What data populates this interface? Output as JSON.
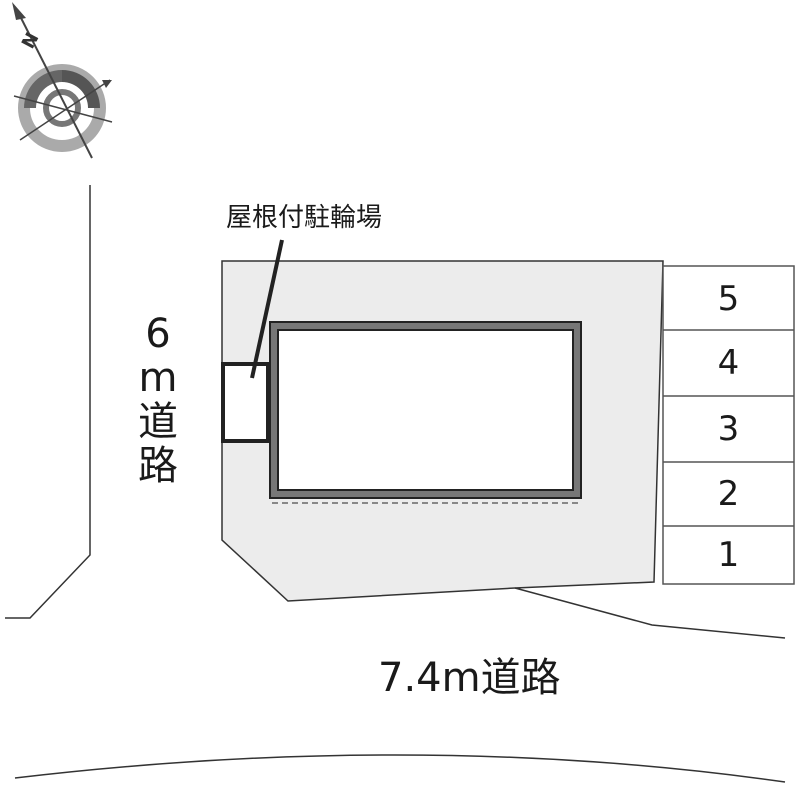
{
  "roads": {
    "left": {
      "label_chars": [
        "6",
        "m",
        "道",
        "路"
      ]
    },
    "bottom": {
      "label": "7.4m道路"
    }
  },
  "bike_parking": {
    "label": "屋根付駐輪場"
  },
  "parking_slots": [
    "5",
    "4",
    "3",
    "2",
    "1"
  ],
  "compass": {
    "icon": "compass-north-icon",
    "north_label": "N"
  },
  "colors": {
    "lot_fill": "#ececec",
    "building_border": "#777777",
    "line": "#222222"
  }
}
